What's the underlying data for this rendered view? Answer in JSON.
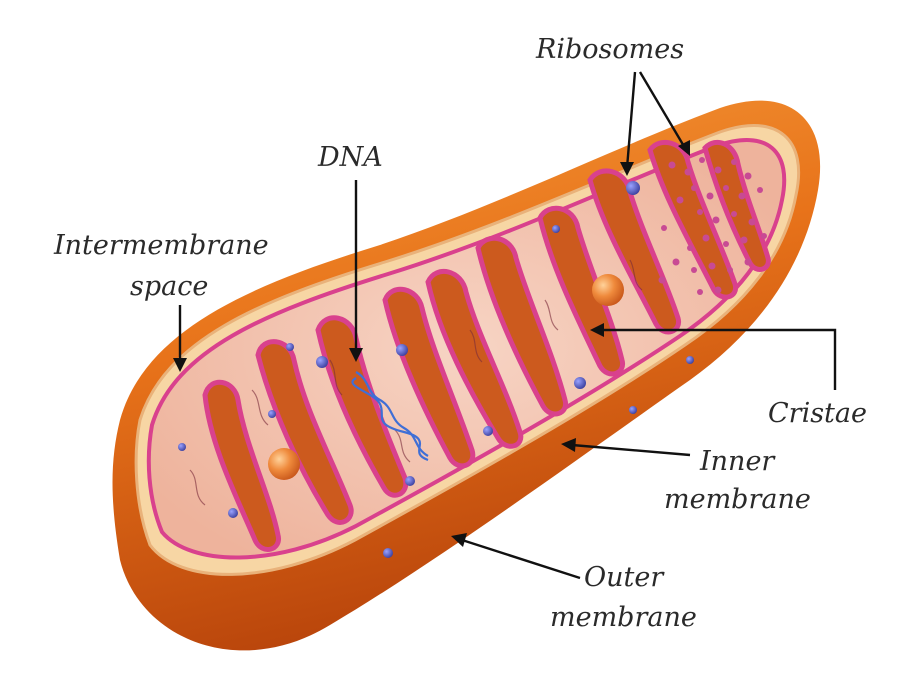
{
  "labels": {
    "ribosomes": "Ribosomes",
    "dna": "DNA",
    "intermembrane_1": "Intermembrane",
    "intermembrane_2": "space",
    "cristae": "Cristae",
    "inner_1": "Inner",
    "inner_2": "membrane",
    "outer_1": "Outer",
    "outer_2": "membrane"
  },
  "colors": {
    "outer_membrane": "#e8731a",
    "outer_membrane_dark": "#c24a0c",
    "rim": "#f6cf9a",
    "matrix": "#f0bca8",
    "inner_membrane": "#d9418d",
    "cristae_fill": "#cc5a1e",
    "dna": "#3f6fd6",
    "granule": "#4b4dab",
    "ribosome": "#c84a94",
    "droplet": "#ea7f3a"
  }
}
